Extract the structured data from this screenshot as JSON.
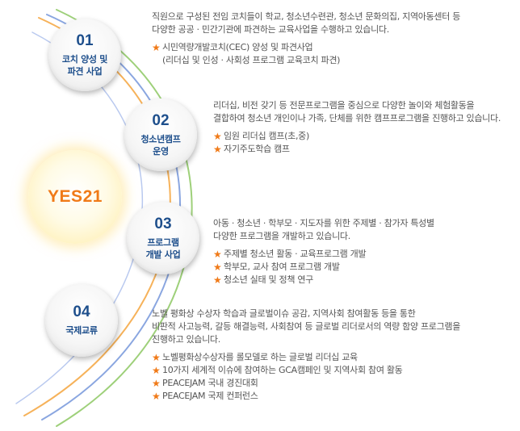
{
  "center": {
    "label": "YES21"
  },
  "colors": {
    "accent_orange": "#f07a18",
    "title_blue": "#1e4f8c",
    "arc_orange": "#f6b25a",
    "arc_blue": "#8aa6e0",
    "arc_green": "#9ed07a",
    "center_glow": "#ffe9a0"
  },
  "bullet_icon": "star-icon",
  "sections": [
    {
      "number": "01",
      "title": "코치 양성 및\n파견 사업",
      "description": "직원으로 구성된 전임 코치들이 학교, 청소년수련관, 청소년 문화의집, 지역아동센터 등\n다양한 공공 · 민간기관에 파견하는 교육사업을 수행하고 있습니다.",
      "bullets": [
        "시민역량개발코치(CEC) 양성 및 파견사업\n(리더십 및 인성 · 사회성 프로그램 교육코치 파견)"
      ]
    },
    {
      "number": "02",
      "title": "청소년캠프\n운영",
      "description": "리더십, 비전 갖기 등 전문프로그램을 중심으로 다양한 놀이와 체험활동을\n결합하여 청소년 개인이나 가족, 단체를 위한 캠프프로그램을 진행하고 있습니다.",
      "bullets": [
        "임원 리더십 캠프(초,중)",
        "자기주도학습 캠프"
      ]
    },
    {
      "number": "03",
      "title": "프로그램\n개발 사업",
      "description": "아동 · 청소년 · 학부모 · 지도자를 위한 주제별 · 참가자 특성별\n다양한 프로그램을 개발하고 있습니다.",
      "bullets": [
        "주제별 청소년 활동 · 교육프로그램 개발",
        "학부모, 교사 참여 프로그램 개발",
        "청소년 실태 및 정책 연구"
      ]
    },
    {
      "number": "04",
      "title": "국제교류",
      "description": "노벨 평화상 수상자 학습과 글로벌이슈 공감, 지역사회 참여활동 등을 통한\n비판적 사고능력, 갈등 해결능력, 사회참여 등 글로벌 리더로서의 역량 함양 프로그램을\n진행하고 있습니다.",
      "bullets": [
        "노벨평화상수상자를 롤모델로 하는 글로벌 리더십 교육",
        "10가지 세계적 이슈에 참여하는 GCA캠페인 및 지역사회 참여 활동",
        "PEACEJAM 국내 경진대회",
        "PEACEJAM 국제 컨퍼런스"
      ]
    }
  ]
}
